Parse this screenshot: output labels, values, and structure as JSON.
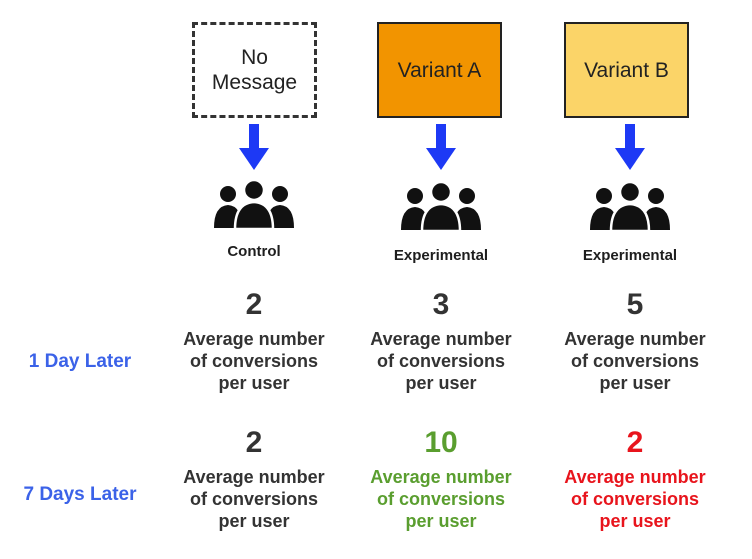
{
  "colors": {
    "variant_a": "#f29400",
    "variant_b": "#fbd468",
    "arrow": "#1d39f5",
    "people": "#111111",
    "row_label": "#3b62e8",
    "dark": "#333333",
    "green": "#5a9e2f",
    "red": "#e8141c"
  },
  "rows": {
    "day1": "1 Day Later",
    "day7": "7 Days Later"
  },
  "columns": [
    {
      "box_label": "No\nMessage",
      "group_label": "Control",
      "day1_value": "2",
      "day1_metric": "Average number\nof conversions\nper user",
      "day7_value": "2",
      "day7_metric": "Average number\nof conversions\nper user"
    },
    {
      "box_label": "Variant A",
      "group_label": "Experimental",
      "day1_value": "3",
      "day1_metric": "Average number\nof conversions\nper user",
      "day7_value": "10",
      "day7_metric": "Average number\nof conversions\nper user"
    },
    {
      "box_label": "Variant B",
      "group_label": "Experimental",
      "day1_value": "5",
      "day1_metric": "Average number\nof conversions\nper user",
      "day7_value": "2",
      "day7_metric": "Average number\nof conversions\nper user"
    }
  ]
}
